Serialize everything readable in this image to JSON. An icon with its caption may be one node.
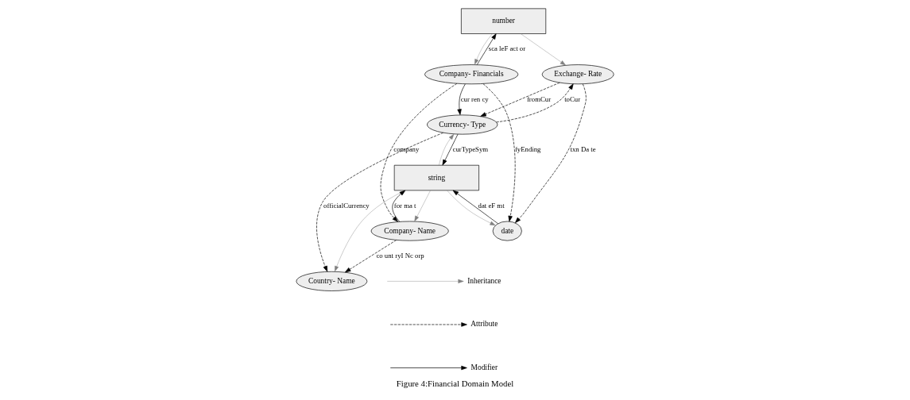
{
  "diagram": {
    "caption": "Figure 4:Financial Domain Model",
    "nodes": [
      {
        "text": [
          "number"
        ]
      },
      {
        "text": [
          "Exchange- Rate"
        ]
      },
      {
        "text": [
          "string"
        ]
      },
      {
        "text": [
          "Currency- Type"
        ]
      },
      {
        "text": [
          "Country- Name"
        ]
      },
      {
        "text": [
          "date"
        ]
      },
      {
        "text": [
          "Company- Financials"
        ]
      },
      {
        "text": [
          "Company- Name"
        ]
      }
    ],
    "edges": [
      {
        "from": 0,
        "to": 1,
        "arrow": "to",
        "color": "#808080"
      },
      {
        "from": 1,
        "to": 3,
        "arrow": "to",
        "style": "dashed",
        "label": "fromCur"
      },
      {
        "from": 3,
        "to": 1,
        "arrow": "to",
        "style": "dashed",
        "label": "toCur"
      },
      {
        "from": 3,
        "to": 2,
        "arrow": "to",
        "label": "curTypeSym"
      },
      {
        "from": 2,
        "to": 3,
        "arrow": "to",
        "color": "#808080"
      },
      {
        "from": 1,
        "to": 5,
        "arrow": "to",
        "style": "dashed",
        "label": "txn Da te"
      },
      {
        "from": 3,
        "to": 4,
        "arrow": "to",
        "style": "dashed",
        "label": "officialCurrency"
      },
      {
        "from": 2,
        "to": 4,
        "arrow": "to",
        "color": "#808080"
      },
      {
        "from": 2,
        "to": 5,
        "arrow": "to",
        "color": "#808080"
      },
      {
        "from": 5,
        "to": 2,
        "arrow": "to",
        "label": "dat eF mt"
      },
      {
        "from": 2,
        "to": 7,
        "arrow": "to",
        "color": "#808080"
      },
      {
        "from": 7,
        "to": 2,
        "arrow": "to",
        "label": "for ma t"
      },
      {
        "from": 7,
        "to": 4,
        "arrow": "to",
        "style": "dashed",
        "label": "co unt ryI Nc orp"
      },
      {
        "from": 0,
        "to": 6,
        "arrow": "to",
        "color": "#808080"
      },
      {
        "from": 6,
        "to": 0,
        "arrow": "to",
        "label": "sca leF act or"
      },
      {
        "from": 6,
        "to": 3,
        "arrow": "to",
        "label": "cur ren cy"
      },
      {
        "from": 6,
        "to": 5,
        "arrow": "to",
        "style": "dashed",
        "label": "fyEnding"
      },
      {
        "from": 6,
        "to": 7,
        "arrow": "to",
        "style": "dashed",
        "label": "company"
      }
    ],
    "legend": [
      {
        "text": "Inheritance"
      },
      {
        "text": "Attribute"
      },
      {
        "text": "Modifier"
      }
    ]
  }
}
